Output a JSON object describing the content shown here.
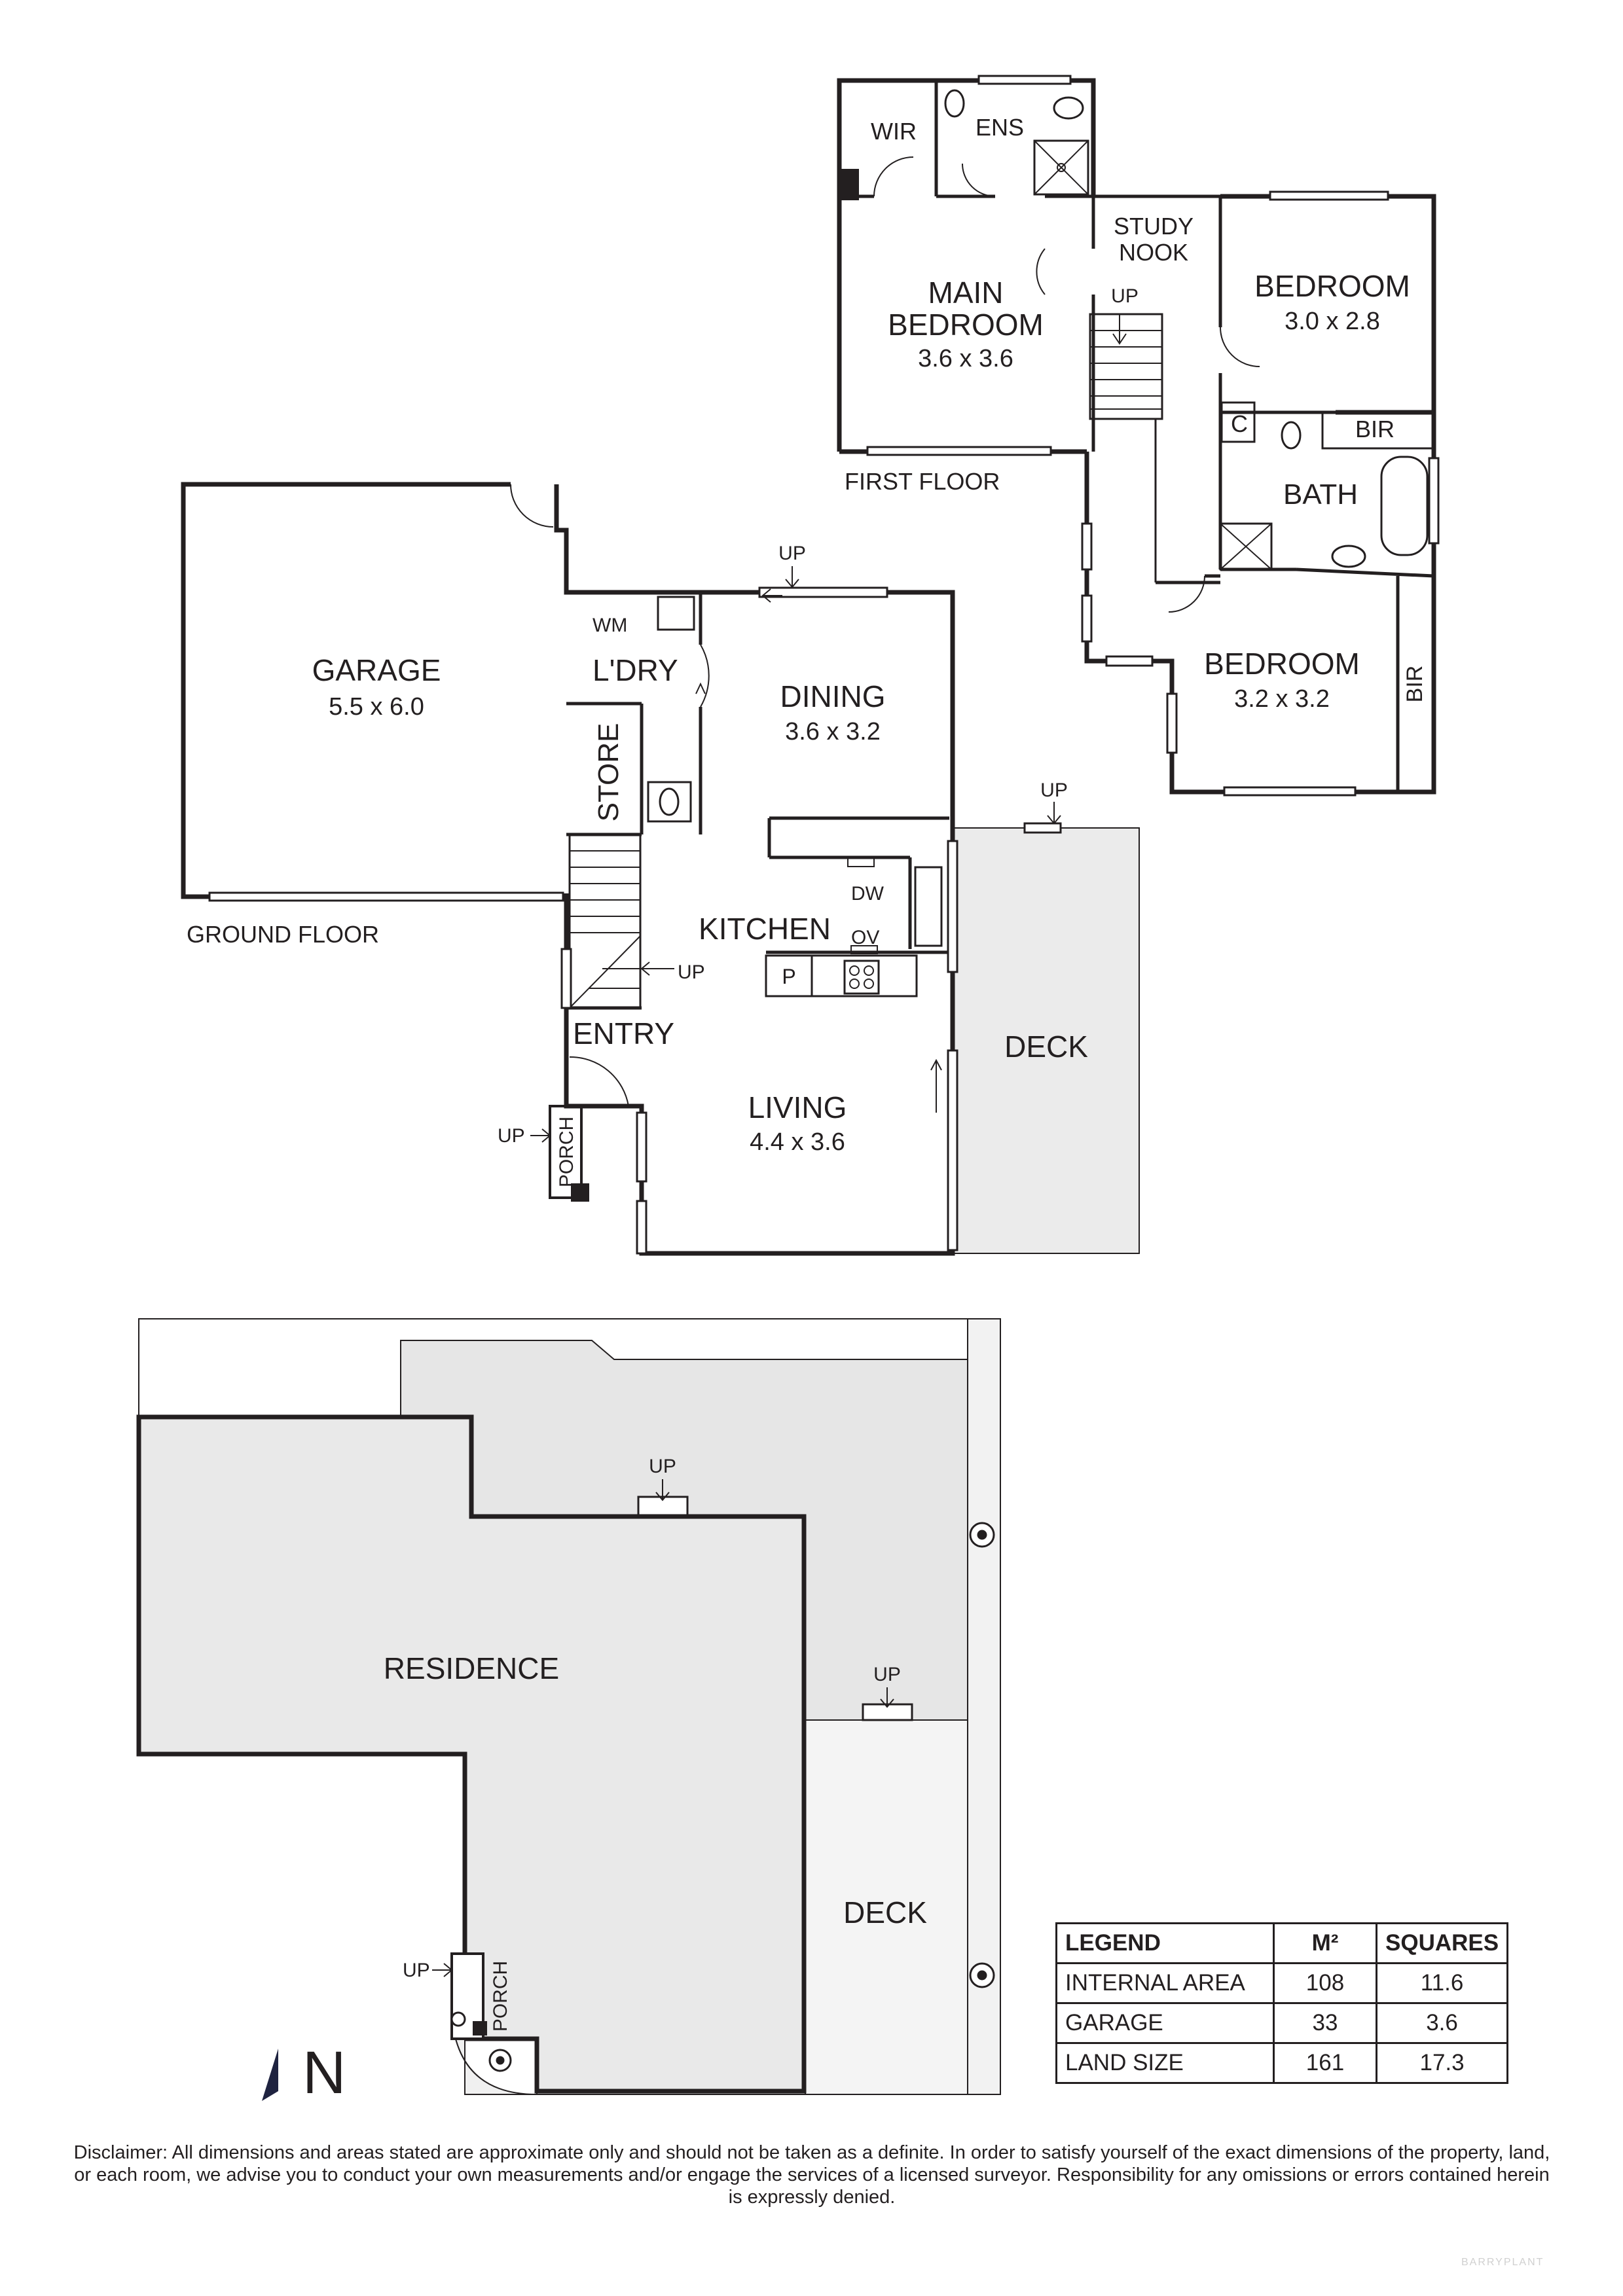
{
  "first_floor": {
    "floor_label": "FIRST FLOOR",
    "rooms": {
      "wir": "WIR",
      "ens": "ENS",
      "study_nook_line1": "STUDY",
      "study_nook_line2": "NOOK",
      "main_bedroom_line1": "MAIN",
      "main_bedroom_line2": "BEDROOM",
      "main_bedroom_size": "3.6 x 3.6",
      "bedroom2_name": "BEDROOM",
      "bedroom2_size": "3.0 x 2.8",
      "c": "C",
      "bir_top": "BIR",
      "bath": "BATH",
      "bedroom3_name": "BEDROOM",
      "bedroom3_size": "3.2 x 3.2",
      "bir_side": "BIR"
    },
    "up": "UP"
  },
  "ground_floor": {
    "floor_label": "GROUND FLOOR",
    "rooms": {
      "garage_name": "GARAGE",
      "garage_size": "5.5 x 6.0",
      "wm": "WM",
      "laundry": "L'DRY",
      "store": "STORE",
      "dining_name": "DINING",
      "dining_size": "3.6 x 3.2",
      "dw": "DW",
      "kitchen": "KITCHEN",
      "ov": "OV",
      "p": "P",
      "entry": "ENTRY",
      "living_name": "LIVING",
      "living_size": "4.4 x 3.6",
      "porch": "PORCH",
      "deck": "DECK"
    },
    "up": "UP"
  },
  "site_plan": {
    "residence": "RESIDENCE",
    "deck": "DECK",
    "porch": "PORCH",
    "up": "UP",
    "north": "N"
  },
  "legend": {
    "headers": [
      "LEGEND",
      "M²",
      "SQUARES"
    ],
    "rows": [
      [
        "INTERNAL AREA",
        "108",
        "11.6"
      ],
      [
        "GARAGE",
        "33",
        "3.6"
      ],
      [
        "LAND SIZE",
        "161",
        "17.3"
      ]
    ]
  },
  "disclaimer": "Disclaimer: All dimensions and areas stated are approximate only and should not be taken as a definite. In order to satisfy yourself of the exact dimensions of the property, land, or each room, we advise you to conduct your own measurements and/or engage the services of a licensed surveyor. Responsibility for any omissions or errors contained herein is expressly denied.",
  "watermark": "BARRYPLANT",
  "colors": {
    "wall": "#231f20",
    "deck_fill": "#ebebeb",
    "site_fill": "#e6e6e6",
    "residence_fill": "#e9e9e9"
  }
}
